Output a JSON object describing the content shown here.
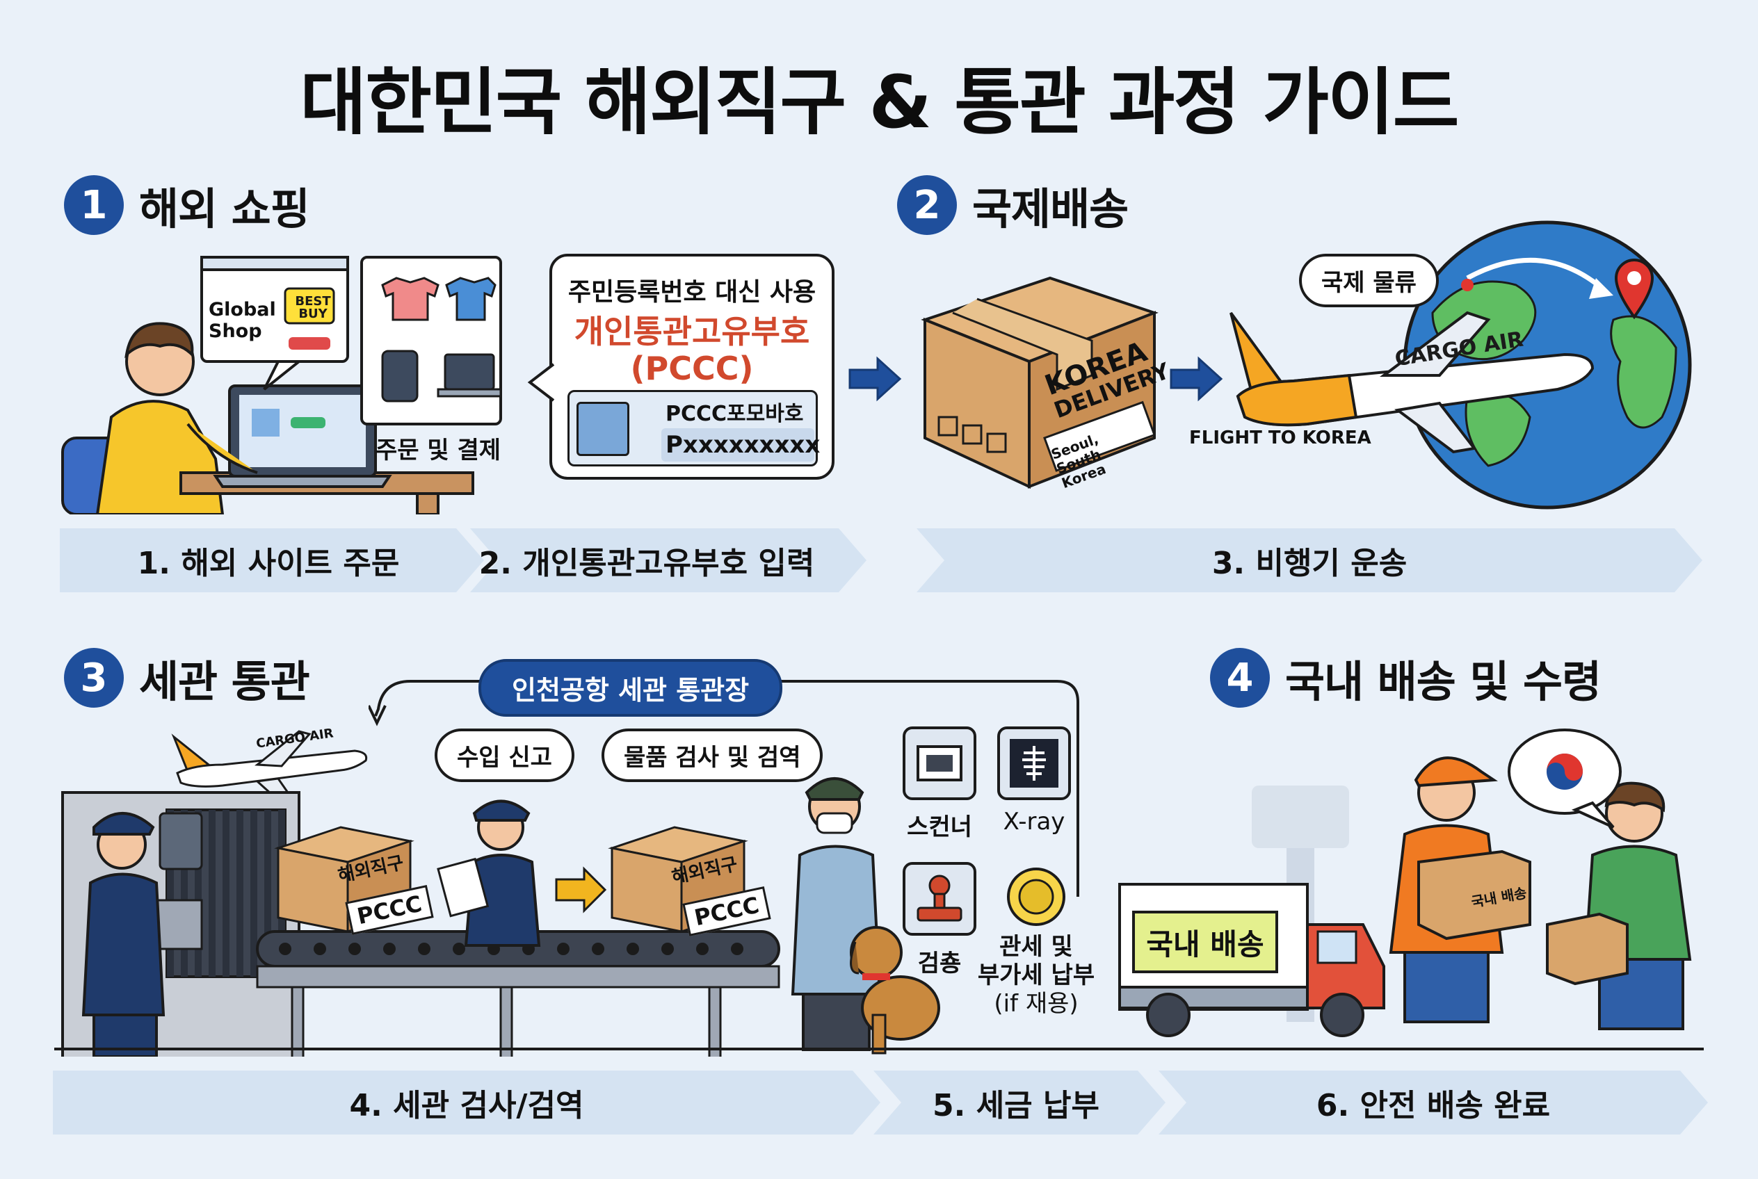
{
  "title": "대한민국 해외직구 & 통관 과정 가이드",
  "sections": [
    {
      "num": "1",
      "title": "해외 쇼핑"
    },
    {
      "num": "2",
      "title": "국제배송"
    },
    {
      "num": "3",
      "title": "세관 통관"
    },
    {
      "num": "4",
      "title": "국내 배송 및 수령"
    }
  ],
  "shop": {
    "global_shop": "Global Shop",
    "best_buy": "BEST BUY",
    "order_label": "주문 및 결제"
  },
  "pccc_card": {
    "line1": "주민등록번호 대신 사용",
    "line2": "개인통관고유부호",
    "line3": "(PCCC)",
    "id_label": "PCCC포모바호",
    "id_value": "Pxxxxxxxxx"
  },
  "box1": {
    "brand_line1": "KOREA",
    "brand_line2": "DELIVERY",
    "address": "Seoul, South Korea"
  },
  "flight": {
    "bubble": "국제 물류",
    "plane_text": "CARGO AIR",
    "caption": "FLIGHT TO KOREA"
  },
  "steps_top": [
    "1. 해외 사이트 주문",
    "2. 개인통관고유부호 입력",
    "3. 비행기 운송"
  ],
  "customs": {
    "hub_label": "인천공항 세관 통관장",
    "declare": "수입 신고",
    "inspect": "물품 검사 및 검역",
    "box_text1": "해외직구",
    "box_text2": "PCCC",
    "scanner": "스컨너",
    "xray": "X-ray",
    "stamp": "검춍",
    "tax_line1": "관세 및",
    "tax_line2": "부가세 납부",
    "tax_line3": "(if 재용)",
    "plane_text": "CARGO AIR"
  },
  "domestic": {
    "truck_sign": "국내 배송",
    "box_text": "국내 배송"
  },
  "steps_bottom": [
    "4. 세관 검사/검역",
    "5. 세금 납부",
    "6. 안전 배송 완료"
  ],
  "colors": {
    "navy": "#1f4f9c",
    "accent_red": "#d1492d",
    "box": "#d9a56b",
    "bar": "#d5e3f2",
    "plane_yellow": "#f5a623"
  }
}
